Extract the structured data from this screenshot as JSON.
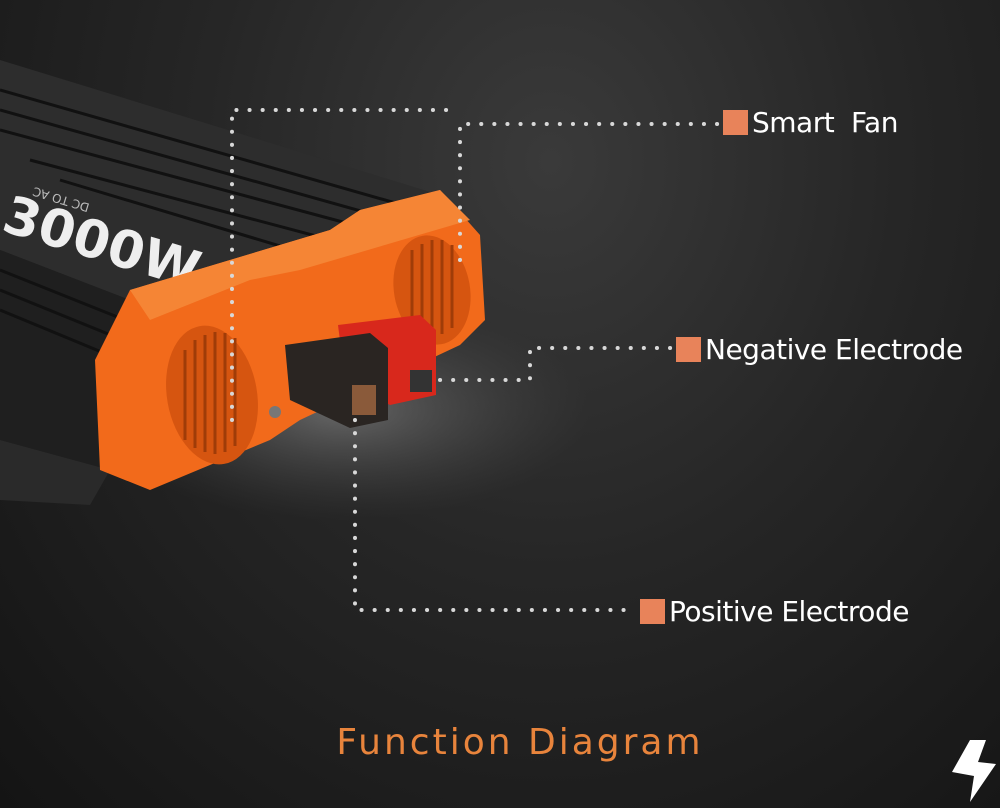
{
  "product": {
    "wattage_label": "3000W",
    "sub_label": "DC TO AC",
    "body_color": "#2b2b2b",
    "accent_color": "#f26a1b"
  },
  "callouts": [
    {
      "label": "Smart  Fan"
    },
    {
      "label": "Negative Electrode"
    },
    {
      "label": "Positive Electrode"
    }
  ],
  "title": "Function Diagram",
  "colors": {
    "marker": "#e8835a",
    "title": "#e8843c"
  },
  "icons": {
    "corner": "lightning-bolt-icon"
  }
}
